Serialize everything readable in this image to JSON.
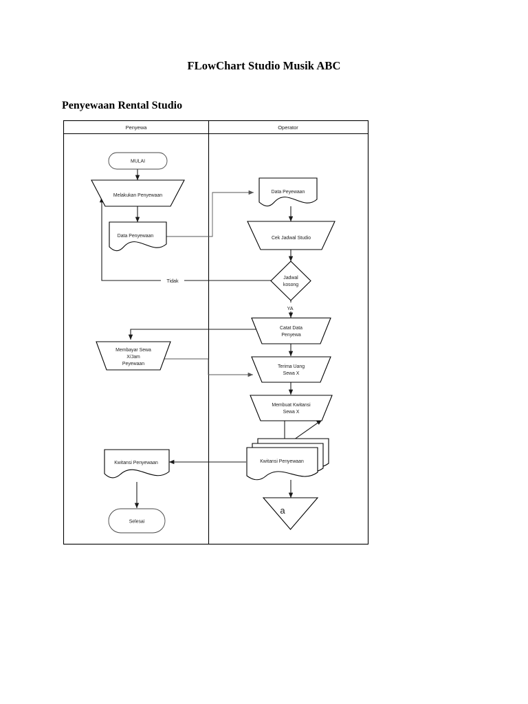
{
  "document": {
    "title": "FLowChart Studio Musik ABC",
    "section_title": "Penyewaan Rental Studio"
  },
  "diagram": {
    "type": "swimlane-flowchart",
    "lanes": [
      {
        "id": "penyewa",
        "label": "Penyewa"
      },
      {
        "id": "operator",
        "label": "Operator"
      }
    ],
    "nodes": [
      {
        "id": "mulai",
        "lane": "penyewa",
        "shape": "terminator",
        "label": "MULAI"
      },
      {
        "id": "melakukan",
        "lane": "penyewa",
        "shape": "manual-input",
        "label": "Melakukan Penyewaan"
      },
      {
        "id": "data-penyewaan-l",
        "lane": "penyewa",
        "shape": "document",
        "label": "Data Penyewaan"
      },
      {
        "id": "data-peyewaan-r",
        "lane": "operator",
        "shape": "document",
        "label": "Data Peyewaan"
      },
      {
        "id": "cek-jadwal",
        "lane": "operator",
        "shape": "manual-input",
        "label": "Cek Jadwal Studio"
      },
      {
        "id": "jadwal-kosong",
        "lane": "operator",
        "shape": "decision",
        "label_line1": "Jadwal",
        "label_line2": "kosong"
      },
      {
        "id": "catat-data",
        "lane": "operator",
        "shape": "manual-input",
        "label_line1": "Catat Data",
        "label_line2": "Penyewa"
      },
      {
        "id": "membayar-sewa",
        "lane": "penyewa",
        "shape": "manual-input",
        "label_line1": "Membayar Sewa",
        "label_line2": "X/Jam",
        "label_line3": "Peyewaan"
      },
      {
        "id": "terima-uang",
        "lane": "operator",
        "shape": "manual-input",
        "label_line1": "Terima Uang",
        "label_line2": "Sewa X"
      },
      {
        "id": "membuat-kwitansi",
        "lane": "operator",
        "shape": "manual-input",
        "label_line1": "Membuat Kwitansi",
        "label_line2": "Sewa X"
      },
      {
        "id": "kwitansi-r",
        "lane": "operator",
        "shape": "multi-document",
        "label": "Kwitansi Penyewaan"
      },
      {
        "id": "kwitansi-l",
        "lane": "penyewa",
        "shape": "document",
        "label": "Kwitansi Penyewaan"
      },
      {
        "id": "selesai",
        "lane": "penyewa",
        "shape": "terminator",
        "label": "Selesai"
      },
      {
        "id": "connector-a",
        "lane": "operator",
        "shape": "off-page",
        "label": "a"
      }
    ],
    "edge_labels": {
      "tidak": "Tidak",
      "ya": "YA"
    }
  }
}
